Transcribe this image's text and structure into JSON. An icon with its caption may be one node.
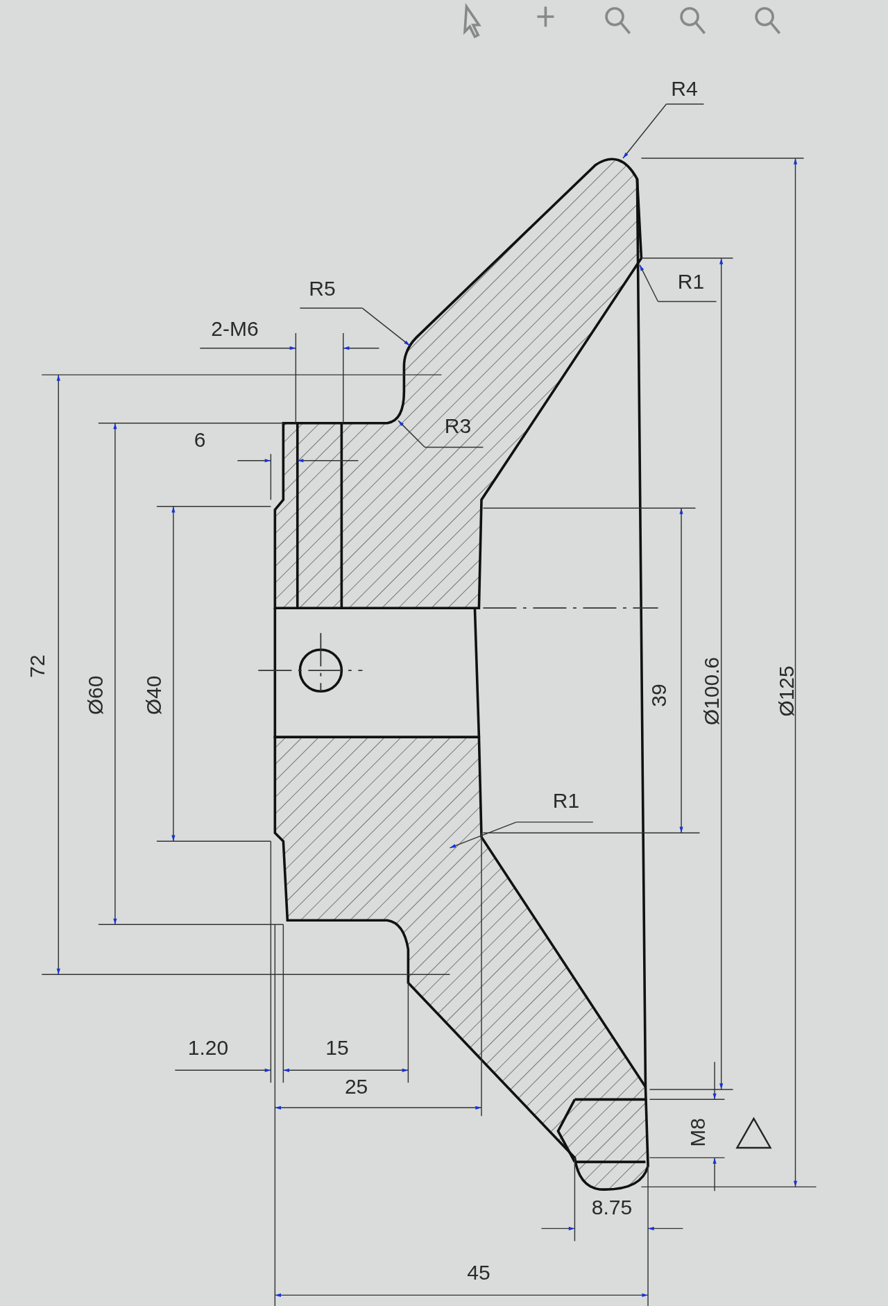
{
  "diagram": {
    "labels": [
      "R4",
      "R1",
      "R5",
      "2-M6",
      "R3",
      "6",
      "72",
      "Ø60",
      "Ø40",
      "39",
      "Ø100.6",
      "Ø125",
      "R1",
      "1.20",
      "15",
      "25",
      "M8",
      "8.75",
      "45"
    ]
  }
}
